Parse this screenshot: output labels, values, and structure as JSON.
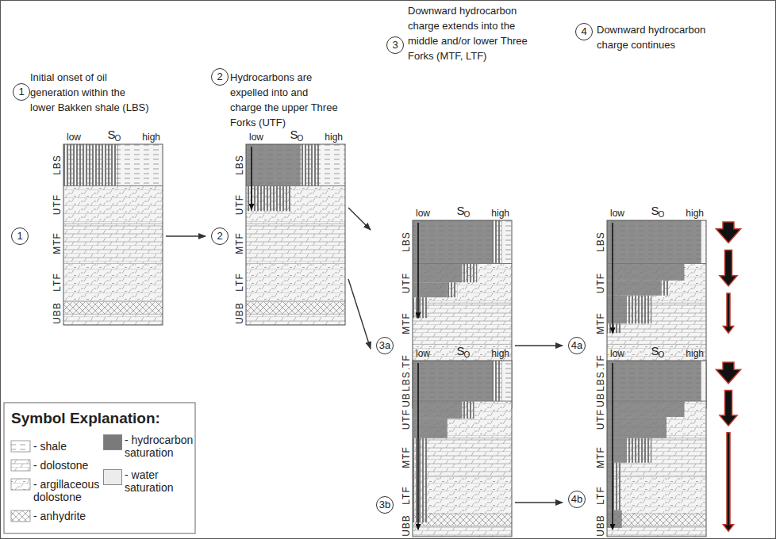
{
  "diagram": {
    "nodes": [
      {
        "text": [
          "1",
          "low",
          "S",
          "O",
          "high",
          "LBS",
          "UTF",
          "MTF",
          "LTF",
          "UBB"
        ]
      },
      {
        "text": [
          "2",
          "low",
          "S",
          "O",
          "high",
          "LBS",
          "UTF",
          "MTF",
          "LTF",
          "UBB"
        ]
      },
      {
        "text": [
          "3a",
          "low",
          "S",
          "O",
          "high",
          "LBS",
          "UTF",
          "MTF",
          "LTF",
          "UBB"
        ]
      },
      {
        "text": [
          "4a",
          "low",
          "S",
          "O",
          "high",
          "LBS",
          "UTF",
          "MTF",
          "LTF",
          "UBB"
        ]
      },
      {
        "text": [
          "3b",
          "low",
          "S",
          "O",
          "high",
          "LBS",
          "UTF",
          "MTF",
          "LTF",
          "UBB"
        ]
      },
      {
        "text": [
          "4b",
          "low",
          "S",
          "O",
          "high",
          "LBS",
          "UTF",
          "MTF",
          "LTF",
          "UBB"
        ]
      }
    ],
    "edges": [
      {
        "from": 0,
        "to": 1,
        "arrow": "to"
      },
      {
        "from": 1,
        "to": 2,
        "arrow": "to"
      },
      {
        "from": 1,
        "to": 4,
        "arrow": "to"
      },
      {
        "from": 2,
        "to": 3,
        "arrow": "to"
      },
      {
        "from": 4,
        "to": 5,
        "arrow": "to"
      }
    ],
    "labels": [
      "1",
      "Initial onset of oil generation within the lower Bakken shale (LBS)",
      "2",
      "Hydrocarbons are expelled into and charge the upper Three Forks (UTF)",
      "3",
      "Downward hydrocarbon charge extends into the middle and/or lower Three Forks (MTF, LTF)",
      "4",
      "Downward hydrocarbon charge continues",
      "Symbol Explanation:"
    ],
    "legend": [
      {
        "text": "- shale"
      },
      {
        "text": "- dolostone"
      },
      {
        "text": "- argillaceous dolostone"
      },
      {
        "text": "- anhydrite"
      },
      {
        "text": "- hydrocarbon saturation",
        "color": "#7a7a7a"
      },
      {
        "text": "- water saturation",
        "color": "#ececec"
      }
    ]
  }
}
